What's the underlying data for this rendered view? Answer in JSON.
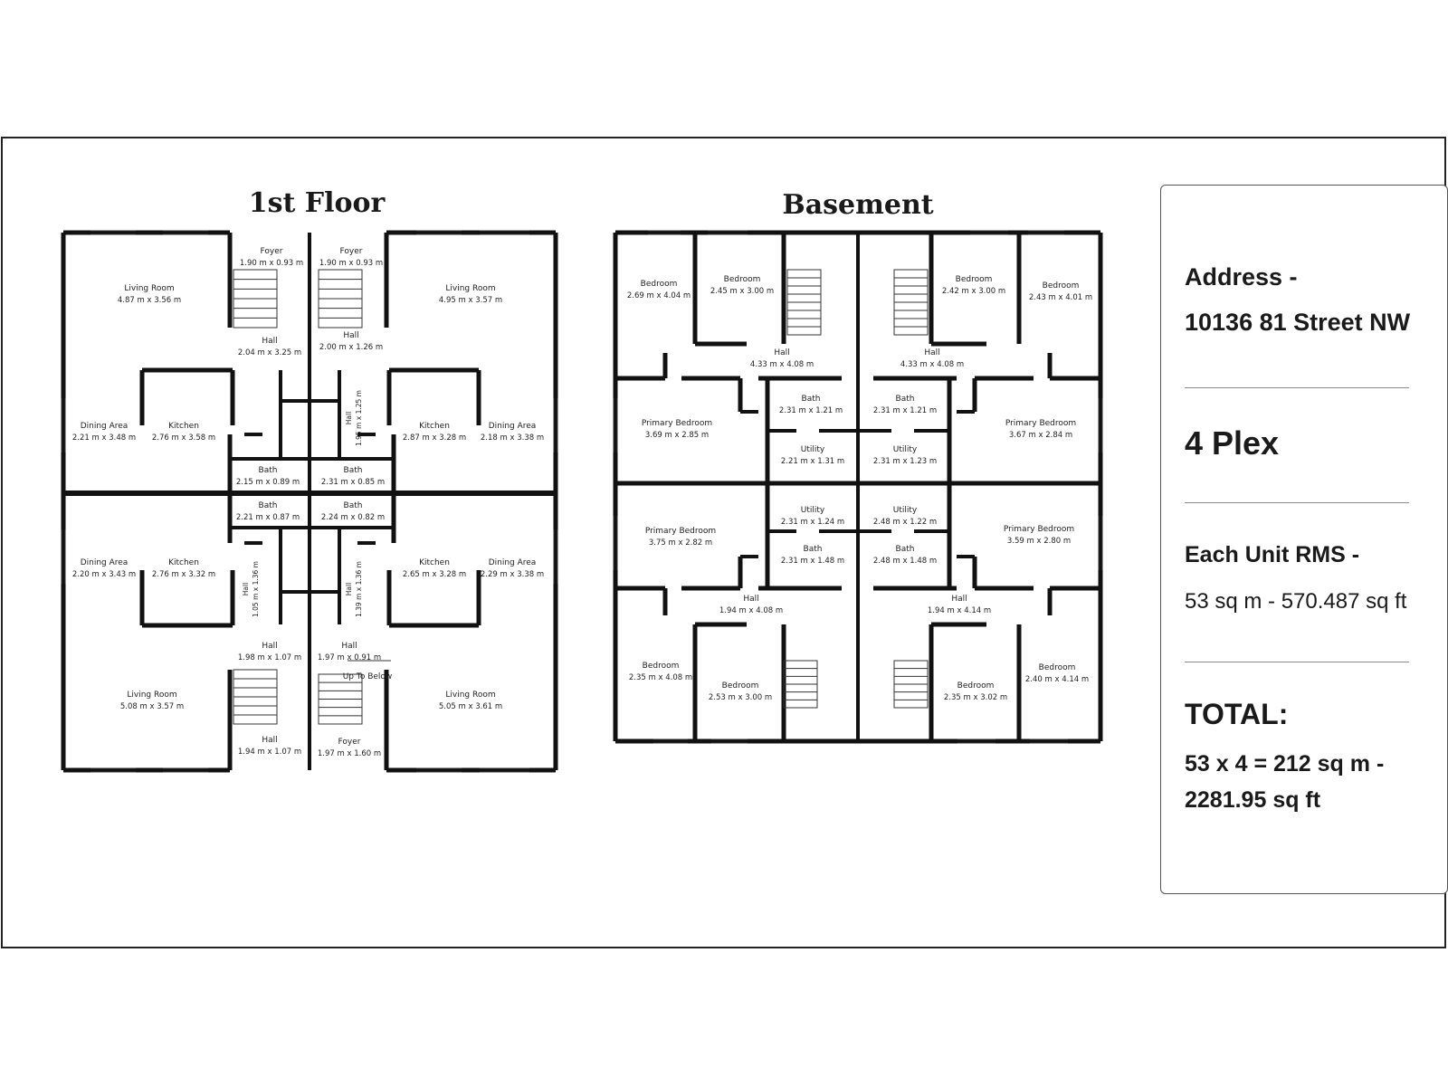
{
  "titles": {
    "first_floor": "1st Floor",
    "basement": "Basement"
  },
  "first_floor_rooms": [
    {
      "name": "Foyer",
      "dim": "1.90 m x 0.93 m"
    },
    {
      "name": "Foyer",
      "dim": "1.90 m x 0.93 m"
    },
    {
      "name": "Living Room",
      "dim": "4.87 m x 3.56 m"
    },
    {
      "name": "Living Room",
      "dim": "4.95 m x 3.57 m"
    },
    {
      "name": "Hall",
      "dim": "2.04 m x 3.25 m"
    },
    {
      "name": "Hall",
      "dim": "2.00 m x 1.26 m"
    },
    {
      "name": "Dining Area",
      "dim": "2.21 m x 3.48 m"
    },
    {
      "name": "Kitchen",
      "dim": "2.76 m x 3.58 m"
    },
    {
      "name": "Kitchen",
      "dim": "2.87 m x 3.28 m"
    },
    {
      "name": "Dining Area",
      "dim": "2.18 m x 3.38 m"
    },
    {
      "name": "Bath",
      "dim": "2.15 m x 0.89 m"
    },
    {
      "name": "Bath",
      "dim": "2.31 m x 0.85 m"
    },
    {
      "name": "Bath",
      "dim": "2.21 m x 0.87 m"
    },
    {
      "name": "Bath",
      "dim": "2.24 m x 0.82 m"
    },
    {
      "name": "Dining Area",
      "dim": "2.20 m x 3.43 m"
    },
    {
      "name": "Kitchen",
      "dim": "2.76 m x 3.32 m"
    },
    {
      "name": "Kitchen",
      "dim": "2.65 m x 3.28 m"
    },
    {
      "name": "Dining Area",
      "dim": "2.29 m x 3.38 m"
    },
    {
      "name": "Hall",
      "dim": "1.98 m x 1.07 m"
    },
    {
      "name": "Hall",
      "dim": "1.97 m x 0.91 m"
    },
    {
      "name": "Up To Below",
      "dim": ""
    },
    {
      "name": "Living Room",
      "dim": "5.08 m x 3.57 m"
    },
    {
      "name": "Living Room",
      "dim": "5.05 m x 3.61 m"
    },
    {
      "name": "Hall",
      "dim": "1.94 m x 1.07 m"
    },
    {
      "name": "Foyer",
      "dim": "1.97 m x 1.60 m"
    }
  ],
  "first_floor_rotated": [
    {
      "name": "Hall",
      "dim": "1.95 m x 1.25 m"
    },
    {
      "name": "Hall",
      "dim": "1.05 m x 1.36 m"
    },
    {
      "name": "Hall",
      "dim": "1.39 m x 1.36 m"
    }
  ],
  "basement_rooms": [
    {
      "name": "Bedroom",
      "dim": "2.69 m x 4.04 m"
    },
    {
      "name": "Bedroom",
      "dim": "2.45 m x 3.00 m"
    },
    {
      "name": "Bedroom",
      "dim": "2.42 m x 3.00 m"
    },
    {
      "name": "Bedroom",
      "dim": "2.43 m x 4.01 m"
    },
    {
      "name": "Hall",
      "dim": "4.33 m x 4.08 m"
    },
    {
      "name": "Hall",
      "dim": "4.33 m x 4.08 m"
    },
    {
      "name": "Bath",
      "dim": "2.31 m x 1.21 m"
    },
    {
      "name": "Bath",
      "dim": "2.31 m x 1.21 m"
    },
    {
      "name": "Primary Bedroom",
      "dim": "3.69 m x 2.85 m"
    },
    {
      "name": "Primary Bedroom",
      "dim": "3.67 m x 2.84 m"
    },
    {
      "name": "Utility",
      "dim": "2.21 m x 1.31 m"
    },
    {
      "name": "Utility",
      "dim": "2.31 m x 1.23 m"
    },
    {
      "name": "Utility",
      "dim": "2.31 m x 1.24 m"
    },
    {
      "name": "Utility",
      "dim": "2.48 m x 1.22 m"
    },
    {
      "name": "Primary Bedroom",
      "dim": "3.75 m x 2.82 m"
    },
    {
      "name": "Primary Bedroom",
      "dim": "3.59 m x 2.80 m"
    },
    {
      "name": "Bath",
      "dim": "2.31 m x 1.48 m"
    },
    {
      "name": "Bath",
      "dim": "2.48 m x 1.48 m"
    },
    {
      "name": "Hall",
      "dim": "1.94 m x 4.08 m"
    },
    {
      "name": "Hall",
      "dim": "1.94 m x 4.14 m"
    },
    {
      "name": "Bedroom",
      "dim": "2.35 m x 4.08 m"
    },
    {
      "name": "Bedroom",
      "dim": "2.53 m x 3.00 m"
    },
    {
      "name": "Bedroom",
      "dim": "2.35 m x 3.02 m"
    },
    {
      "name": "Bedroom",
      "dim": "2.40 m x 4.14 m"
    }
  ],
  "info": {
    "address_label": "Address -",
    "address_value": "10136 81 Street NW",
    "plex": "4 Plex",
    "unit_label": "Each Unit RMS -",
    "unit_value": "53 sq m - 570.487 sq ft",
    "total_label": "TOTAL:",
    "total_line1": "53 x 4 = 212 sq m -",
    "total_line2": "2281.95 sq ft"
  }
}
